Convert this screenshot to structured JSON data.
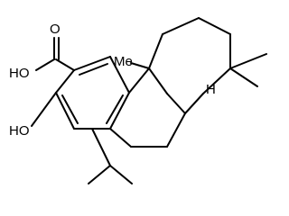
{
  "labels": {
    "cooh": "HO",
    "cooh_carbonyl": "O",
    "hydroxyl": "HO",
    "methyl": "Me",
    "hydrogen": "H"
  },
  "colors": {
    "bond": "#000000",
    "text": "#000000",
    "background": "#ffffff"
  }
}
